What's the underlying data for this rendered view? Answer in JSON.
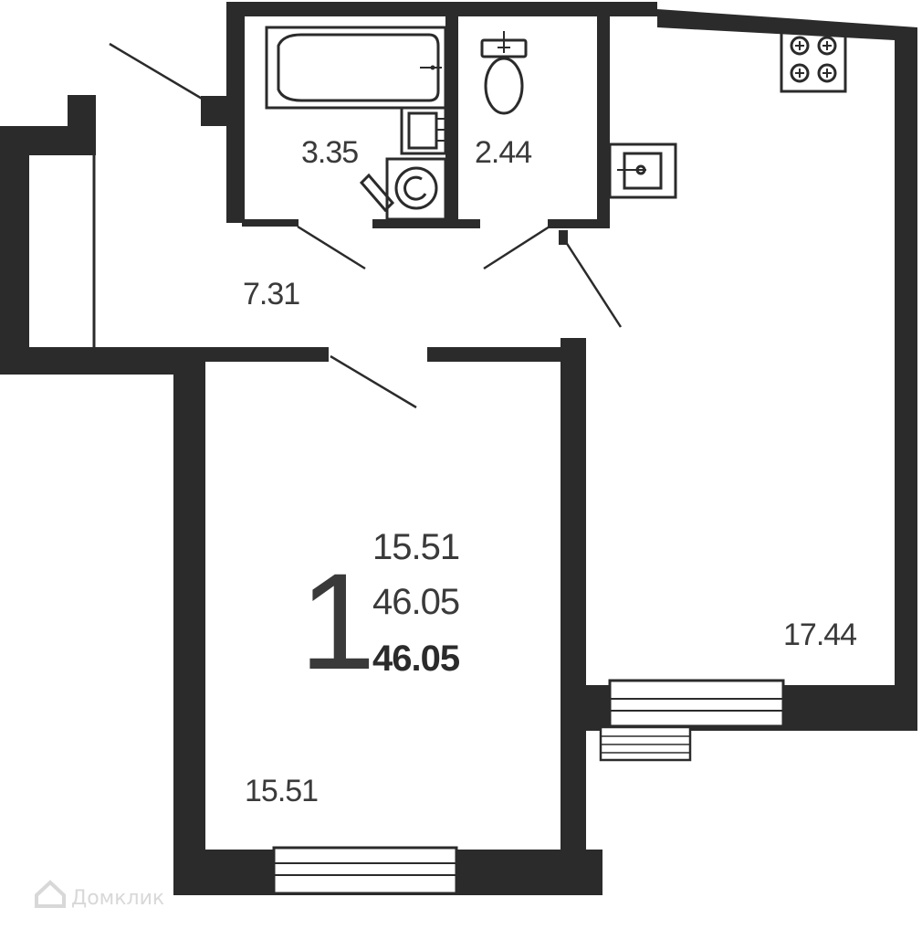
{
  "rooms": {
    "bathroom": "3.35",
    "toilet": "2.44",
    "hallway": "7.31",
    "room": "15.51",
    "kitchen": "17.44"
  },
  "summary": {
    "rooms_count": "1",
    "living_area": "15.51",
    "total_area": "46.05",
    "total_area_bold": "46.05"
  },
  "watermark": {
    "text": "Домклик",
    "icon": "house-icon"
  }
}
